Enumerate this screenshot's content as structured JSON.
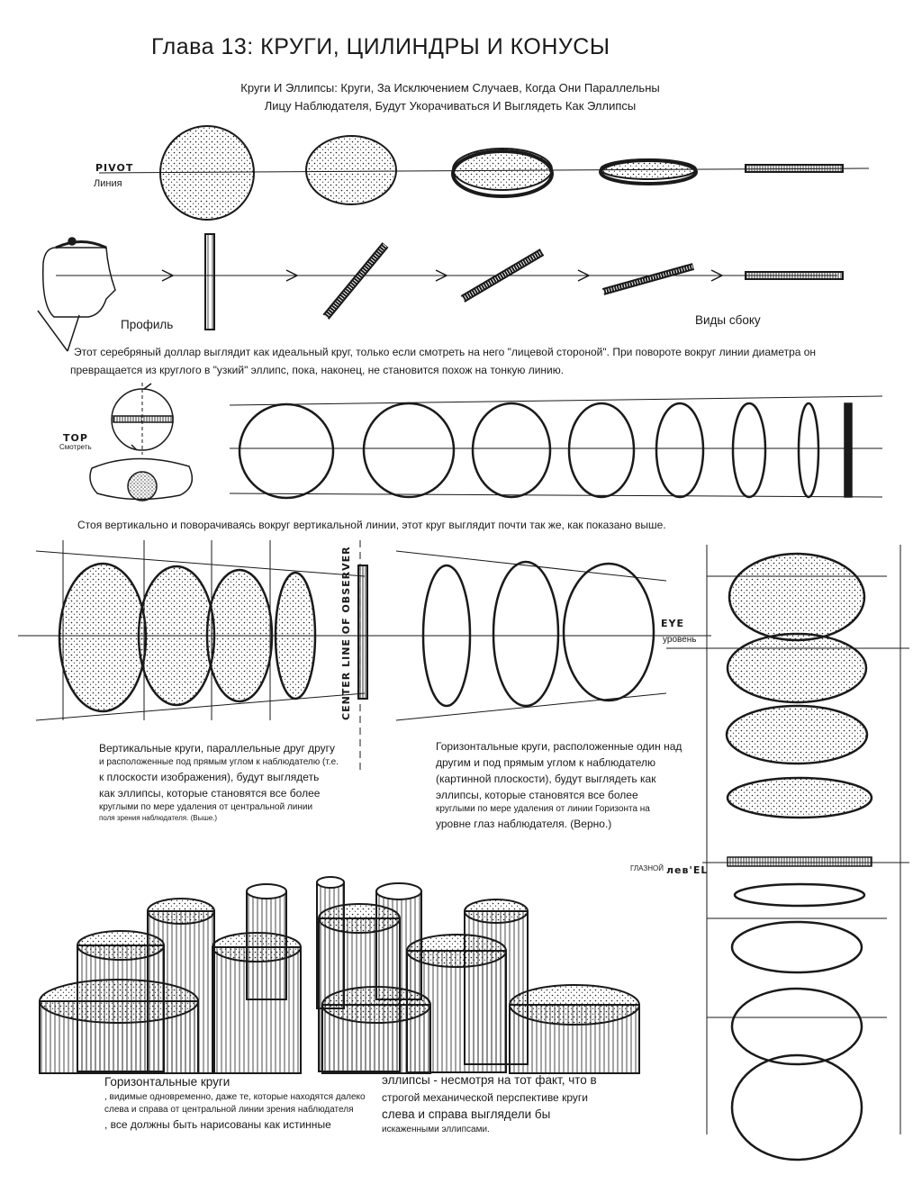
{
  "page": {
    "title": "Глава 13: КРУГИ, ЦИЛИНДРЫ И КОНУСЫ",
    "subtitle_line1": "Круги И Эллипсы: Круги, За Исключением Случаев, Когда Они Параллельны",
    "subtitle_line2": "Лицу Наблюдателя, Будут Укорачиваться И Выглядеть Как Эллипсы"
  },
  "section1": {
    "pivot_label": "PIVOT",
    "line_label": "Линия",
    "profile_label": "Профиль",
    "side_views_label": "Виды сбоку",
    "caption_line1": "Этот серебряный доллар выглядит как идеальный круг, только если смотреть на него \"лицевой стороной\". При повороте вокруг линии диаметра он",
    "caption_line2": "превращается из круглого в \"узкий\" эллипс, пока, наконец, не становится похож на тонкую линию."
  },
  "section2": {
    "top_label": "TOP",
    "view_label": "Смотреть",
    "caption": "Стоя вертикально и поворачиваясь вокруг вертикальной линии, этот круг выглядит почти так же, как показано выше."
  },
  "section3": {
    "center_line_label": "CENTER LINE OF OBSERVER",
    "eye_label": "EYE",
    "level_label": "уровень",
    "left_caption": [
      "Вертикальные круги, параллельные друг другу",
      "и расположенные под прямым углом к наблюдателю (т.е.",
      "к плоскости изображения), будут выглядеть",
      "как эллипсы, которые становятся все более",
      "круглыми по мере удаления от центральной линии",
      "поля зрения наблюдателя. (Выше.)"
    ],
    "right_caption": [
      "Горизонтальные круги, расположенные один над",
      "другим и под прямым углом к наблюдателю",
      "(картинной плоскости), будут выглядеть как",
      "эллипсы, которые становятся все более",
      "круглыми по мере удаления от линии Горизонта на",
      "уровне глаз наблюдателя. (Верно.)"
    ],
    "eye_level_small": "ГЛАЗНОЙ",
    "eye_level_large": "лев'EL"
  },
  "section4": {
    "left_caption": [
      "Горизонтальные круги",
      ", видимые одновременно, даже те, которые находятся далеко",
      "слева и справа от центральной линии зрения наблюдателя",
      ", все должны быть нарисованы как истинные"
    ],
    "right_caption": [
      "эллипсы - несмотря на тот факт, что в",
      "строгой механической перспективе круги",
      "слева и справа выглядели бы",
      "искаженными эллипсами."
    ]
  },
  "colors": {
    "ink": "#1a1a1a",
    "paper": "#ffffff"
  }
}
